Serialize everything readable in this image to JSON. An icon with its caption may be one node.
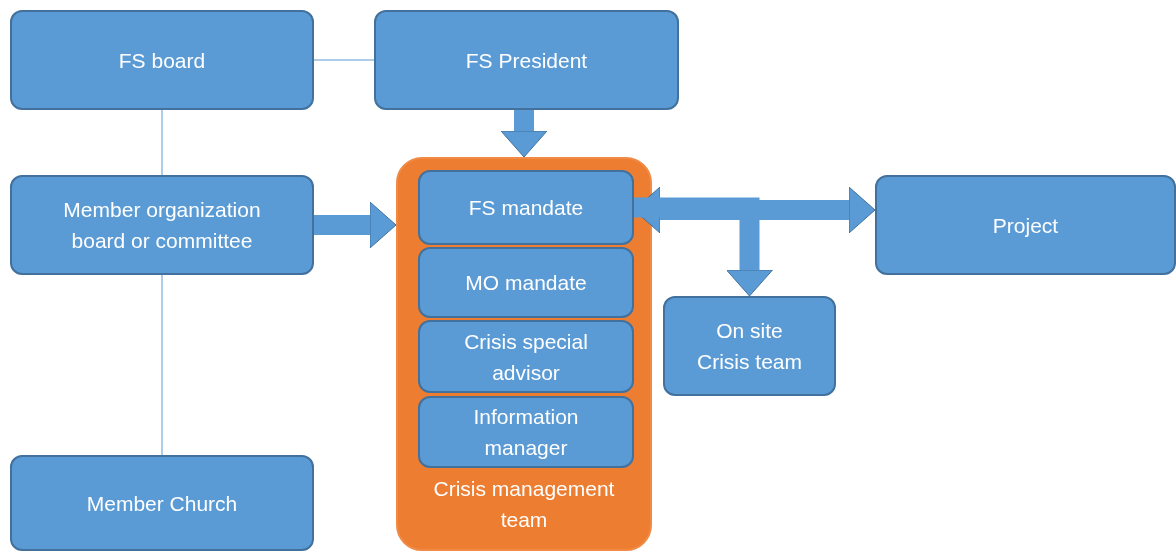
{
  "diagram": {
    "nodes": [
      {
        "text": [
          "FS board"
        ]
      },
      {
        "text": [
          "FS President"
        ]
      },
      {
        "text": [
          "Member organization board or committee"
        ]
      },
      {
        "text": [
          "Crisis management team"
        ]
      },
      {
        "text": [
          "FS mandate"
        ],
        "in": 3
      },
      {
        "text": [
          "MO mandate"
        ],
        "in": 3
      },
      {
        "text": [
          "Crisis special advisor"
        ],
        "in": 3
      },
      {
        "text": [
          "Information manager"
        ],
        "in": 3
      },
      {
        "text": [
          "Project"
        ]
      },
      {
        "text": [
          "On site Crisis team"
        ]
      },
      {
        "text": [
          "Member Church"
        ]
      }
    ],
    "edges": [
      {
        "from": 0,
        "to": 1,
        "arrow": "none"
      },
      {
        "from": 0,
        "to": 2,
        "arrow": "none"
      },
      {
        "from": 2,
        "to": 10,
        "arrow": "none"
      },
      {
        "from": 1,
        "to": 3,
        "arrow": "to"
      },
      {
        "from": 2,
        "to": 3,
        "arrow": "to"
      },
      {
        "from": 4,
        "to": 8,
        "arrow": "both"
      },
      {
        "from": 4,
        "to": 9,
        "arrow": "to"
      }
    ]
  }
}
